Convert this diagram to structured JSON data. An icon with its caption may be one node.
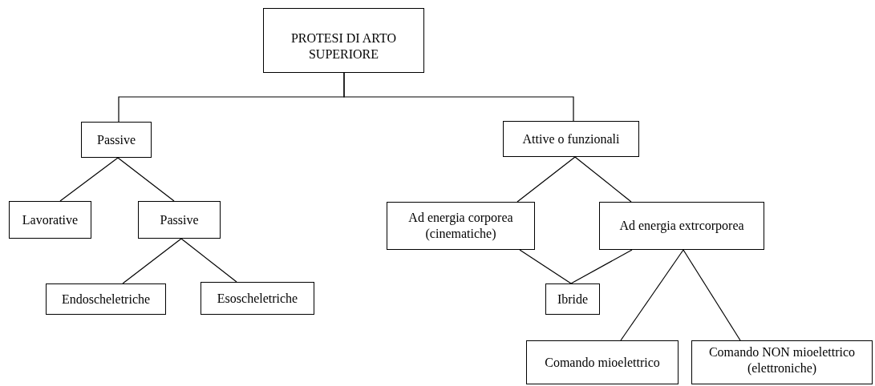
{
  "diagram": {
    "nodes": [
      {
        "text": [
          "PROTESI DI ARTO SUPERIORE"
        ]
      },
      {
        "text": [
          "Passive"
        ]
      },
      {
        "text": [
          "Attive o funzionali"
        ]
      },
      {
        "text": [
          "Lavorative"
        ]
      },
      {
        "text": [
          "Passive"
        ]
      },
      {
        "text": [
          "Endoscheletriche"
        ]
      },
      {
        "text": [
          "Esoscheletriche"
        ]
      },
      {
        "text": [
          "Ad energia corporea (cinematiche)"
        ]
      },
      {
        "text": [
          "Ad energia extrcorporea"
        ]
      },
      {
        "text": [
          "Ibride"
        ]
      },
      {
        "text": [
          "Comando mioelettrico"
        ]
      },
      {
        "text": [
          "Comando NON mioelettrico (elettroniche)"
        ]
      }
    ],
    "edges": [
      {
        "from": 0,
        "to": 1,
        "arrow": "none"
      },
      {
        "from": 0,
        "to": 2,
        "arrow": "none"
      },
      {
        "from": 1,
        "to": 3,
        "arrow": "none"
      },
      {
        "from": 1,
        "to": 4,
        "arrow": "none"
      },
      {
        "from": 4,
        "to": 5,
        "arrow": "none"
      },
      {
        "from": 4,
        "to": 6,
        "arrow": "none"
      },
      {
        "from": 2,
        "to": 7,
        "arrow": "none"
      },
      {
        "from": 2,
        "to": 8,
        "arrow": "none"
      },
      {
        "from": 7,
        "to": 9,
        "arrow": "none"
      },
      {
        "from": 8,
        "to": 9,
        "arrow": "none"
      },
      {
        "from": 8,
        "to": 10,
        "arrow": "none"
      },
      {
        "from": 8,
        "to": 11,
        "arrow": "none"
      }
    ]
  }
}
